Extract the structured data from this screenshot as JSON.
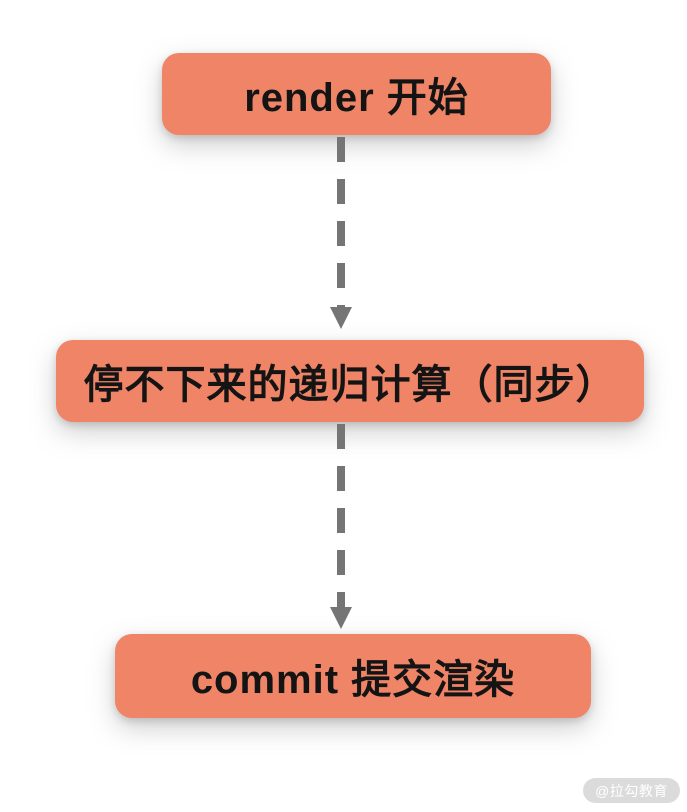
{
  "diagram": {
    "type": "flowchart",
    "direction": "top-down",
    "nodes": [
      {
        "id": "render-start",
        "label": "render 开始"
      },
      {
        "id": "sync-recursion",
        "label": "停不下来的递归计算（同步）"
      },
      {
        "id": "commit-render",
        "label": "commit 提交渲染"
      }
    ],
    "edges": [
      {
        "from": "render-start",
        "to": "sync-recursion",
        "style": "dashed-arrow-down"
      },
      {
        "from": "sync-recursion",
        "to": "commit-render",
        "style": "dashed-arrow-down"
      }
    ],
    "colors": {
      "node_fill": "#ef8467",
      "node_text": "#141414",
      "arrow": "#757575",
      "background": "#ffffff",
      "watermark_bg": "#c9c9c9",
      "watermark_text": "#ffffff"
    },
    "watermark": {
      "label": "@拉勾教育"
    }
  }
}
